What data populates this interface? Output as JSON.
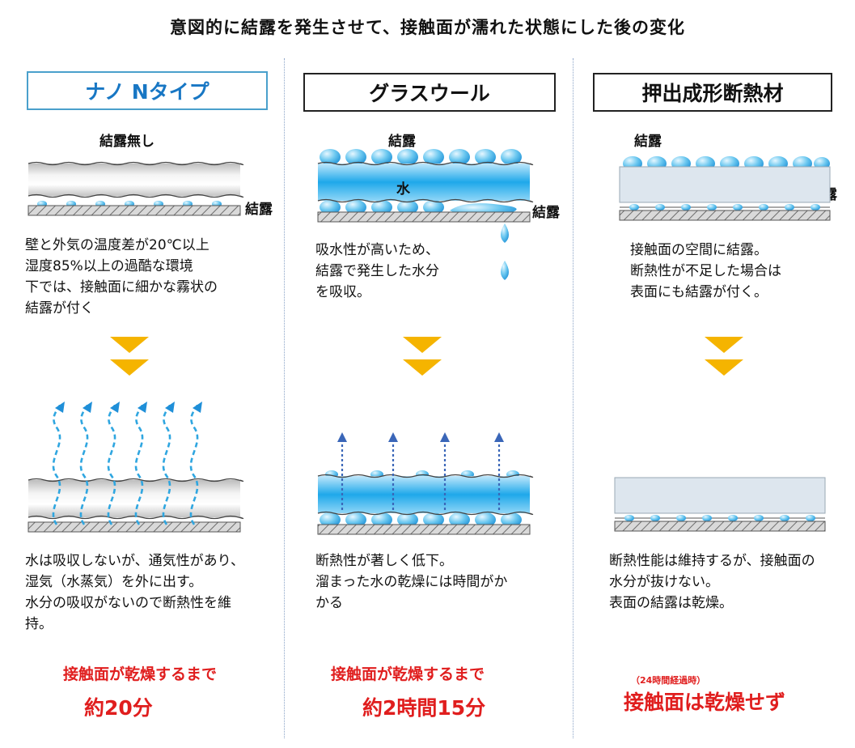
{
  "title": "意図的に結露を発生させて、接触面が濡れた状態にした後の変化",
  "colors": {
    "red": "#e01e1e",
    "blue": "#1877c4",
    "arrow": "#f5b400",
    "water": "#1aa7e8"
  },
  "columns": [
    {
      "header": "ナノ Nタイプ",
      "top_label": "結露無し",
      "side_label": "結露",
      "before_text": "壁と外気の温度差が20℃以上\n湿度85%以上の過酷な環境\n下では、接触面に細かな霧状の\n結露が付く",
      "after_text": "水は吸収しないが、通気性があり、\n湿気（水蒸気）を外に出す。\n水分の吸収がないので断熱性を維\n持。",
      "result_line1": "接触面が乾燥するまで",
      "result_line2": "約20分"
    },
    {
      "header": "グラスウール",
      "top_label": "結露",
      "water_label": "水",
      "side_label": "結露",
      "before_text": "吸水性が高いため、\n結露で発生した水分\nを吸収。",
      "after_text": "断熱性が著しく低下。\n溜まった水の乾燥には時間がか\nかる",
      "result_line1": "接触面が乾燥するまで",
      "result_line2": "約2時間15分"
    },
    {
      "header": "押出成形断熱材",
      "top_label": "結露",
      "side_label": "結露",
      "before_text": "接触面の空間に結露。\n断熱性が不足した場合は\n表面にも結露が付く。",
      "after_text": "断熱性能は維持するが、接触面の\n水分が抜けない。\n表面の結露は乾燥。",
      "result_note": "（24時間経過時）",
      "result_line2": "接触面は乾燥せず"
    }
  ]
}
